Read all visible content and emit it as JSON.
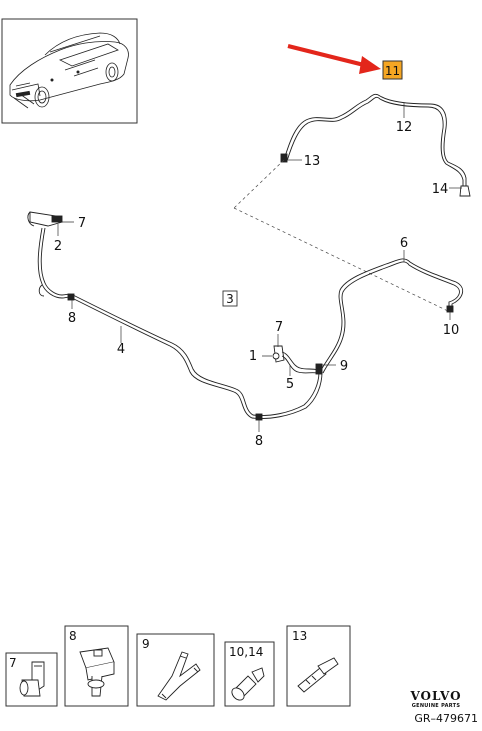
{
  "diagram": {
    "callouts": {
      "c11": "11",
      "c12": "12",
      "c13": "13",
      "c14": "14",
      "c7a": "7",
      "c2": "2",
      "c6": "6",
      "c3": "3",
      "c8a": "8",
      "c4": "4",
      "c7b": "7",
      "c1": "1",
      "c5": "5",
      "c9": "9",
      "c10": "10",
      "c8b": "8"
    },
    "highlight_color": "#f5a623",
    "arrow_color": "#e3261b"
  },
  "parts_legend": [
    {
      "label": "7",
      "icon": "angled-connector-icon"
    },
    {
      "label": "8",
      "icon": "hose-clip-icon"
    },
    {
      "label": "9",
      "icon": "y-connector-icon"
    },
    {
      "label": "10,14",
      "icon": "nozzle-connector-icon"
    },
    {
      "label": "13",
      "icon": "straight-connector-icon"
    }
  ],
  "brand": {
    "logo": "VOLVO",
    "tagline": "GENUINE PARTS",
    "doc_id": "GR–479671"
  }
}
